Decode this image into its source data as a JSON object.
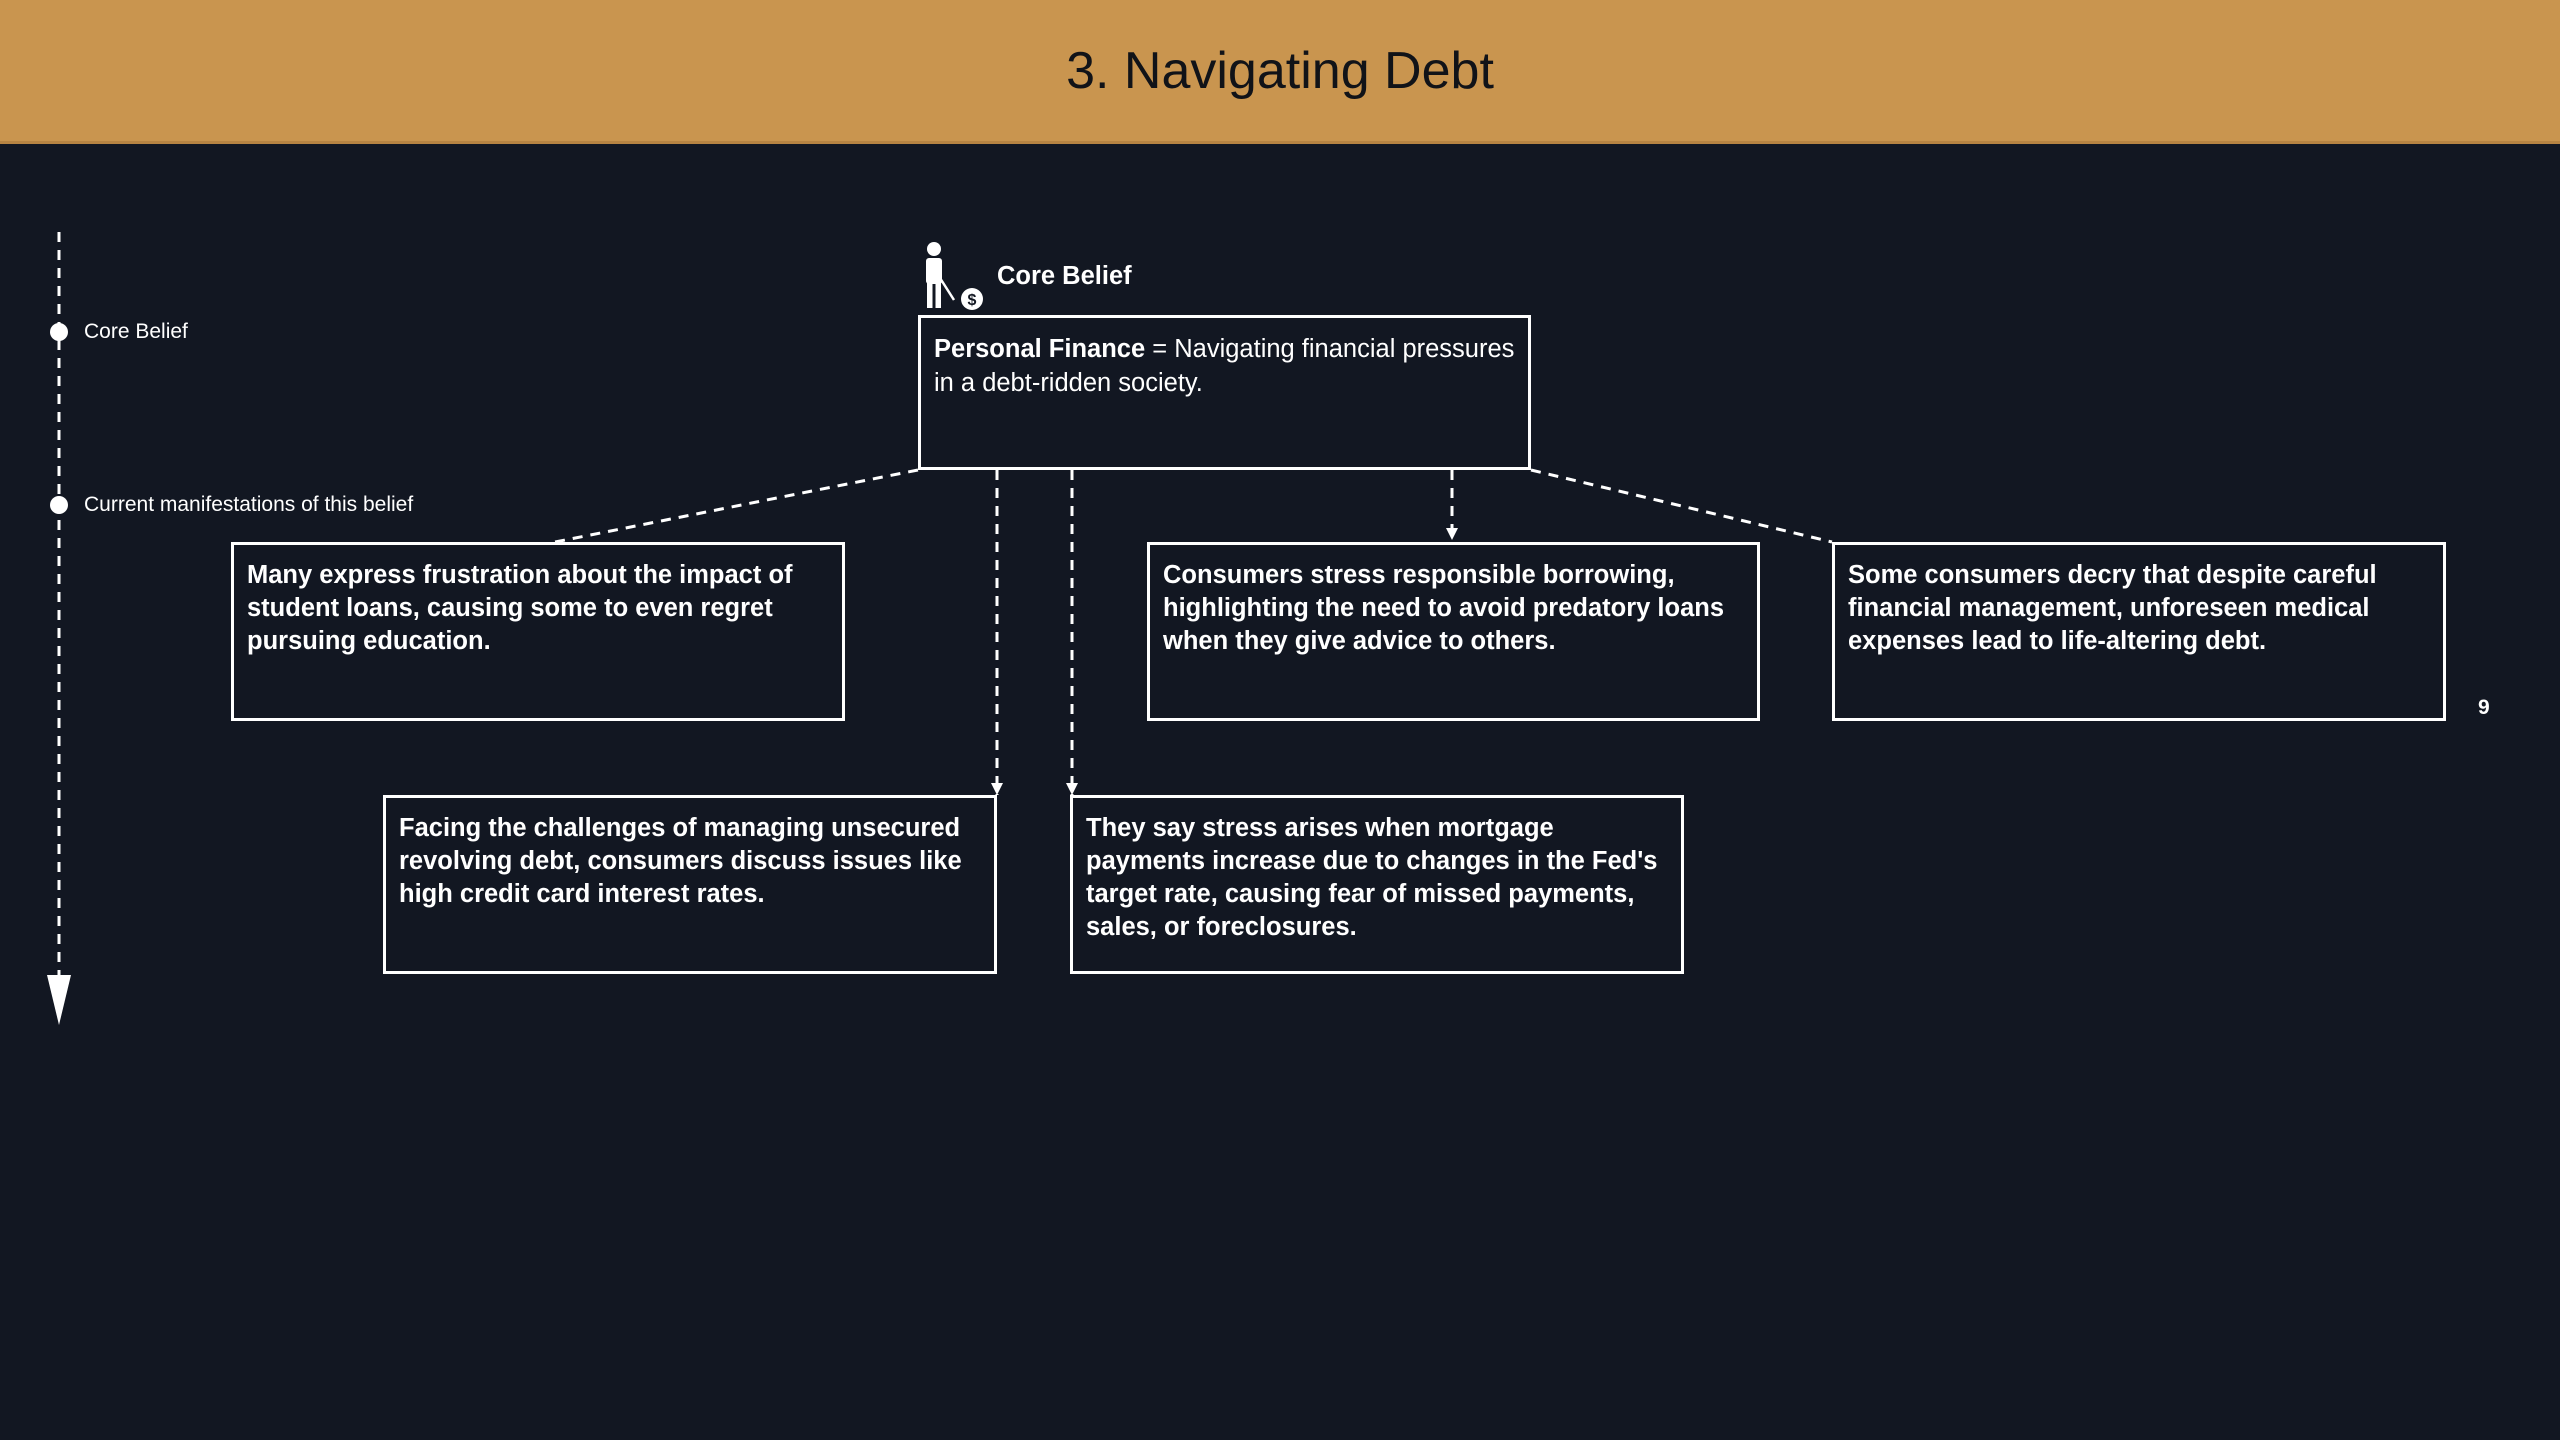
{
  "slide": {
    "title": "3. Navigating Debt",
    "page_number": "9"
  },
  "timeline": {
    "labels": [
      "Core Belief",
      "Current manifestations of this belief"
    ]
  },
  "core_belief": {
    "heading": "Core Belief",
    "term": "Personal Finance",
    "definition": " = Navigating financial pressures in a debt-ridden society."
  },
  "manifestations": [
    "Many express frustration about the impact of student loans, causing some to even regret pursuing education.",
    "Consumers stress responsible borrowing, highlighting the need to avoid predatory loans when they give advice to others.",
    "Some consumers decry that despite careful financial management, unforeseen medical expenses lead to life-altering debt.",
    "Facing the challenges of managing unsecured revolving debt, consumers discuss issues like high credit card interest rates.",
    "They say stress arises when mortgage payments increase due to changes in the Fed's target rate, causing fear of missed payments, sales, or foreclosures."
  ],
  "colors": {
    "background": "#121722",
    "header": "#c9954f",
    "line": "#ffffff"
  }
}
